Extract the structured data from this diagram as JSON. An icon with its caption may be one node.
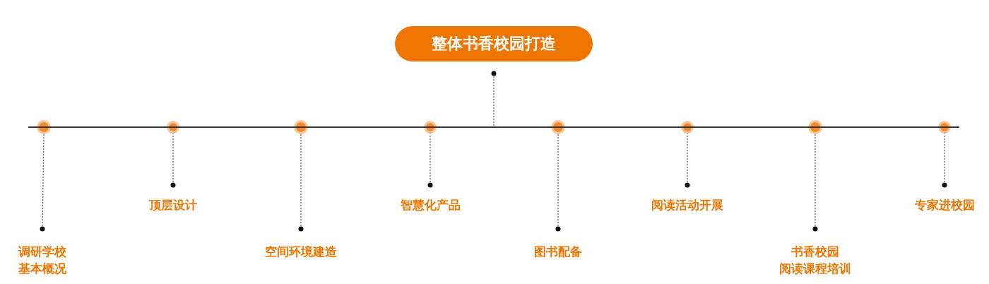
{
  "diagram": {
    "nodes": [
      {
        "text": [
          "整体书香校园打造"
        ]
      },
      {
        "text": [
          "调研学校基本概况"
        ]
      },
      {
        "text": [
          "顶层设计"
        ]
      },
      {
        "text": [
          "空间环境建造"
        ]
      },
      {
        "text": [
          "智慧化产品"
        ]
      },
      {
        "text": [
          "图书配备"
        ]
      },
      {
        "text": [
          "阅读活动开展"
        ]
      },
      {
        "text": [
          "书香校园阅读课程培训"
        ]
      },
      {
        "text": [
          "专家进校园"
        ]
      },
      {
        "text": [],
        "shape": "circle"
      },
      {
        "text": [],
        "shape": "circle"
      },
      {
        "text": [],
        "shape": "circle"
      },
      {
        "text": [],
        "shape": "circle"
      },
      {
        "text": [],
        "shape": "circle"
      },
      {
        "text": [],
        "shape": "circle"
      },
      {
        "text": [],
        "shape": "circle"
      },
      {
        "text": [],
        "shape": "circle"
      },
      {
        "text": [],
        "shape": "bar"
      }
    ],
    "edges": [
      {
        "from": 0,
        "to": 17,
        "arrow": "other",
        "style": "dashed"
      },
      {
        "from": 1,
        "to": 9,
        "arrow": "other",
        "style": "dashed"
      },
      {
        "from": 2,
        "to": 10,
        "arrow": "other",
        "style": "dashed"
      },
      {
        "from": 3,
        "to": 11,
        "arrow": "other",
        "style": "dashed"
      },
      {
        "from": 4,
        "to": 12,
        "arrow": "other",
        "style": "dashed"
      },
      {
        "from": 5,
        "to": 13,
        "arrow": "other",
        "style": "dashed"
      },
      {
        "from": 6,
        "to": 14,
        "arrow": "other",
        "style": "dashed"
      },
      {
        "from": 7,
        "to": 15,
        "arrow": "other",
        "style": "dashed"
      },
      {
        "from": 8,
        "to": 16,
        "arrow": "other",
        "style": "dashed"
      }
    ]
  }
}
